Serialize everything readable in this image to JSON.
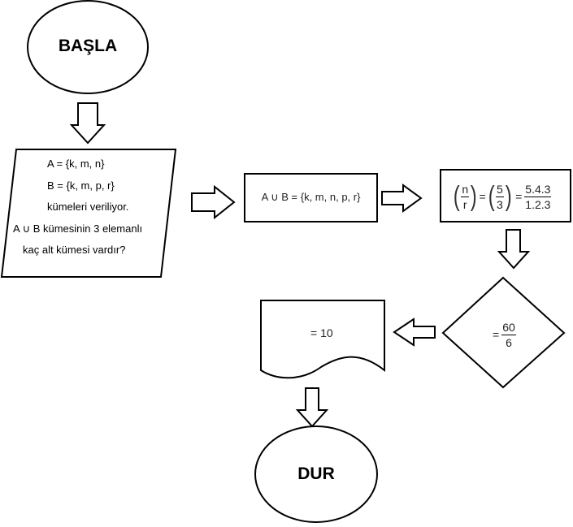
{
  "start": {
    "label": "BAŞLA"
  },
  "end": {
    "label": "DUR"
  },
  "input": {
    "lines": [
      "A = {k, m, n}",
      "B = {k, m, p, r}",
      "kümeleri veriliyor.",
      "A ∪ B kümesinin 3 elemanlı",
      "kaç alt kümesi vardır?"
    ]
  },
  "step1": {
    "text": "A ∪ B = {k, m, n, p, r}"
  },
  "step2": {
    "binom1_top": "n",
    "binom1_bottom": "r",
    "eq1": "=",
    "binom2_top": "5",
    "binom2_bottom": "3",
    "eq2": "=",
    "frac_num": "5.4.3",
    "frac_den": "1.2.3"
  },
  "step3": {
    "eq": "=",
    "frac_num": "60",
    "frac_den": "6"
  },
  "result": {
    "text": "= 10"
  }
}
